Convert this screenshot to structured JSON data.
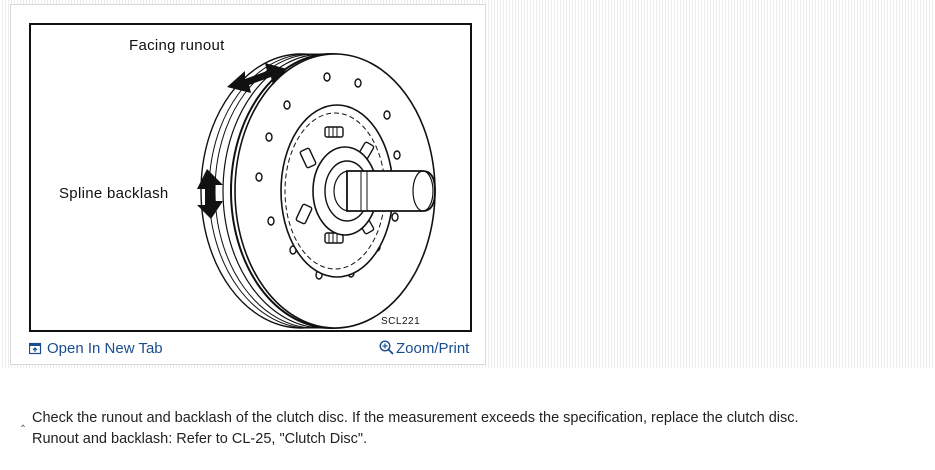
{
  "figure": {
    "label_facing_runout": "Facing runout",
    "label_spline_backlash": "Spline backlash",
    "figure_code": "SCL221"
  },
  "links": {
    "open_new_tab": "Open In New Tab",
    "zoom_print": "Zoom/Print"
  },
  "note": {
    "line1": "Check the runout and backlash of the clutch disc. If the measurement exceeds the specification, replace the clutch disc.",
    "line2": "Runout and backlash: Refer to CL-25, \"Clutch Disc\"."
  },
  "icons": {
    "open_tab": "open-new-tab-icon",
    "zoom": "magnifier-plus-icon",
    "caret": "caret-up-icon"
  },
  "colors": {
    "link": "#1a4d8f",
    "frame": "#111111"
  }
}
